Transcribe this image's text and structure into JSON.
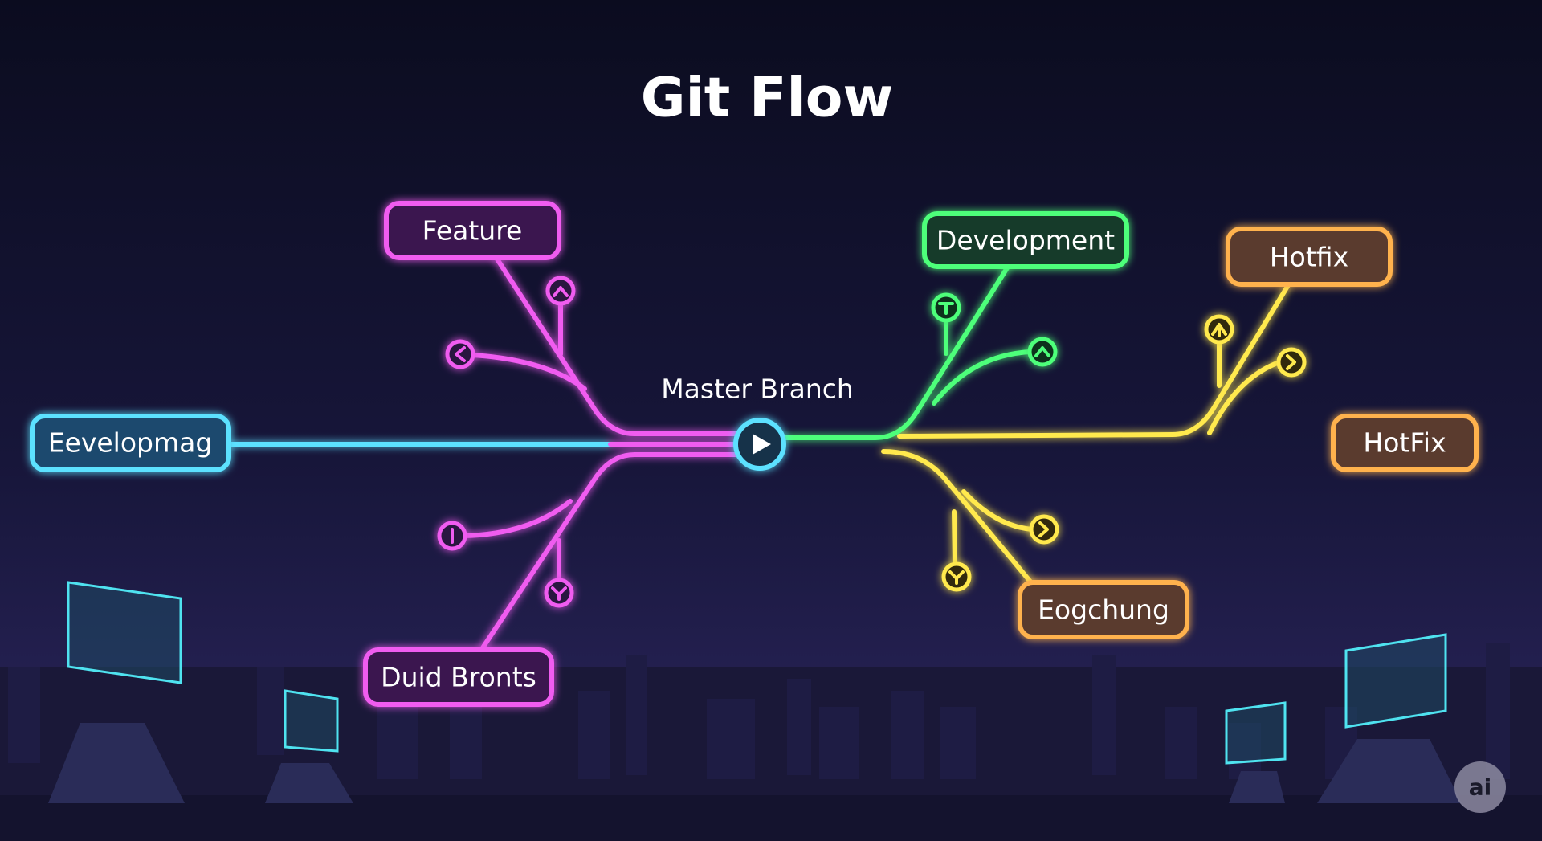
{
  "title": "Git Flow",
  "master_label": "Master Branch",
  "boxes": {
    "left": "Eevelopmag",
    "feature": "Feature",
    "duid": "Duid Bronts",
    "development": "Development",
    "hotfix_top": "Hotfix",
    "hotfix_right": "HotFix",
    "eogchung": "Eogchung"
  },
  "badge": "ai",
  "colors": {
    "cyan": "#5ce1ff",
    "pink": "#f05cf0",
    "green": "#4dff7a",
    "yellow": "#ffe94d",
    "orange": "#ffb24d",
    "background": "#0d0e24"
  }
}
